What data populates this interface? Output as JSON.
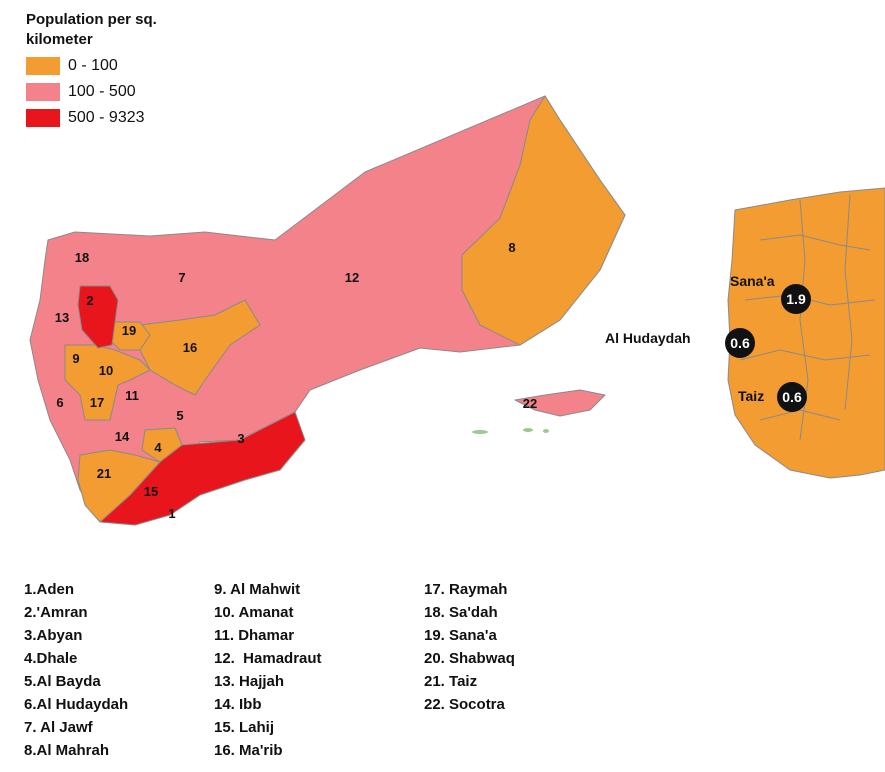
{
  "legend": {
    "title": "Population per sq. kilometer",
    "items": [
      {
        "label": "0 - 100",
        "color": "#f39c31"
      },
      {
        "label": "100 - 500",
        "color": "#f4828a"
      },
      {
        "label": "500 - 9323",
        "color": "#e8151c"
      }
    ]
  },
  "map_labels": [
    "1",
    "2",
    "3",
    "4",
    "5",
    "6",
    "7",
    "8",
    "9",
    "10",
    "11",
    "12",
    "13",
    "14",
    "15",
    "16",
    "17",
    "18",
    "19",
    "21",
    "22"
  ],
  "inset": {
    "cities": [
      {
        "name": "Sana'a",
        "value": "1.9"
      },
      {
        "name": "Al Hudaydah",
        "value": "0.6"
      },
      {
        "name": "Taiz",
        "value": "0.6"
      }
    ]
  },
  "key_columns": [
    [
      "1.Aden",
      "2.'Amran",
      "3.Abyan",
      "4.Dhale",
      "5.Al Bayda",
      "6.Al Hudaydah",
      "7. Al Jawf",
      "8.Al Mahrah"
    ],
    [
      "9. Al Mahwit",
      "10. Amanat",
      "11. Dhamar",
      "12.  Hamadraut",
      "13. Hajjah",
      "14. Ibb",
      "15. Lahij",
      "16. Ma'rib"
    ],
    [
      "17. Raymah",
      "18. Sa'dah",
      "19. Sana'a",
      "20. Shabwaq",
      "21. Taiz",
      "22. Socotra"
    ]
  ]
}
